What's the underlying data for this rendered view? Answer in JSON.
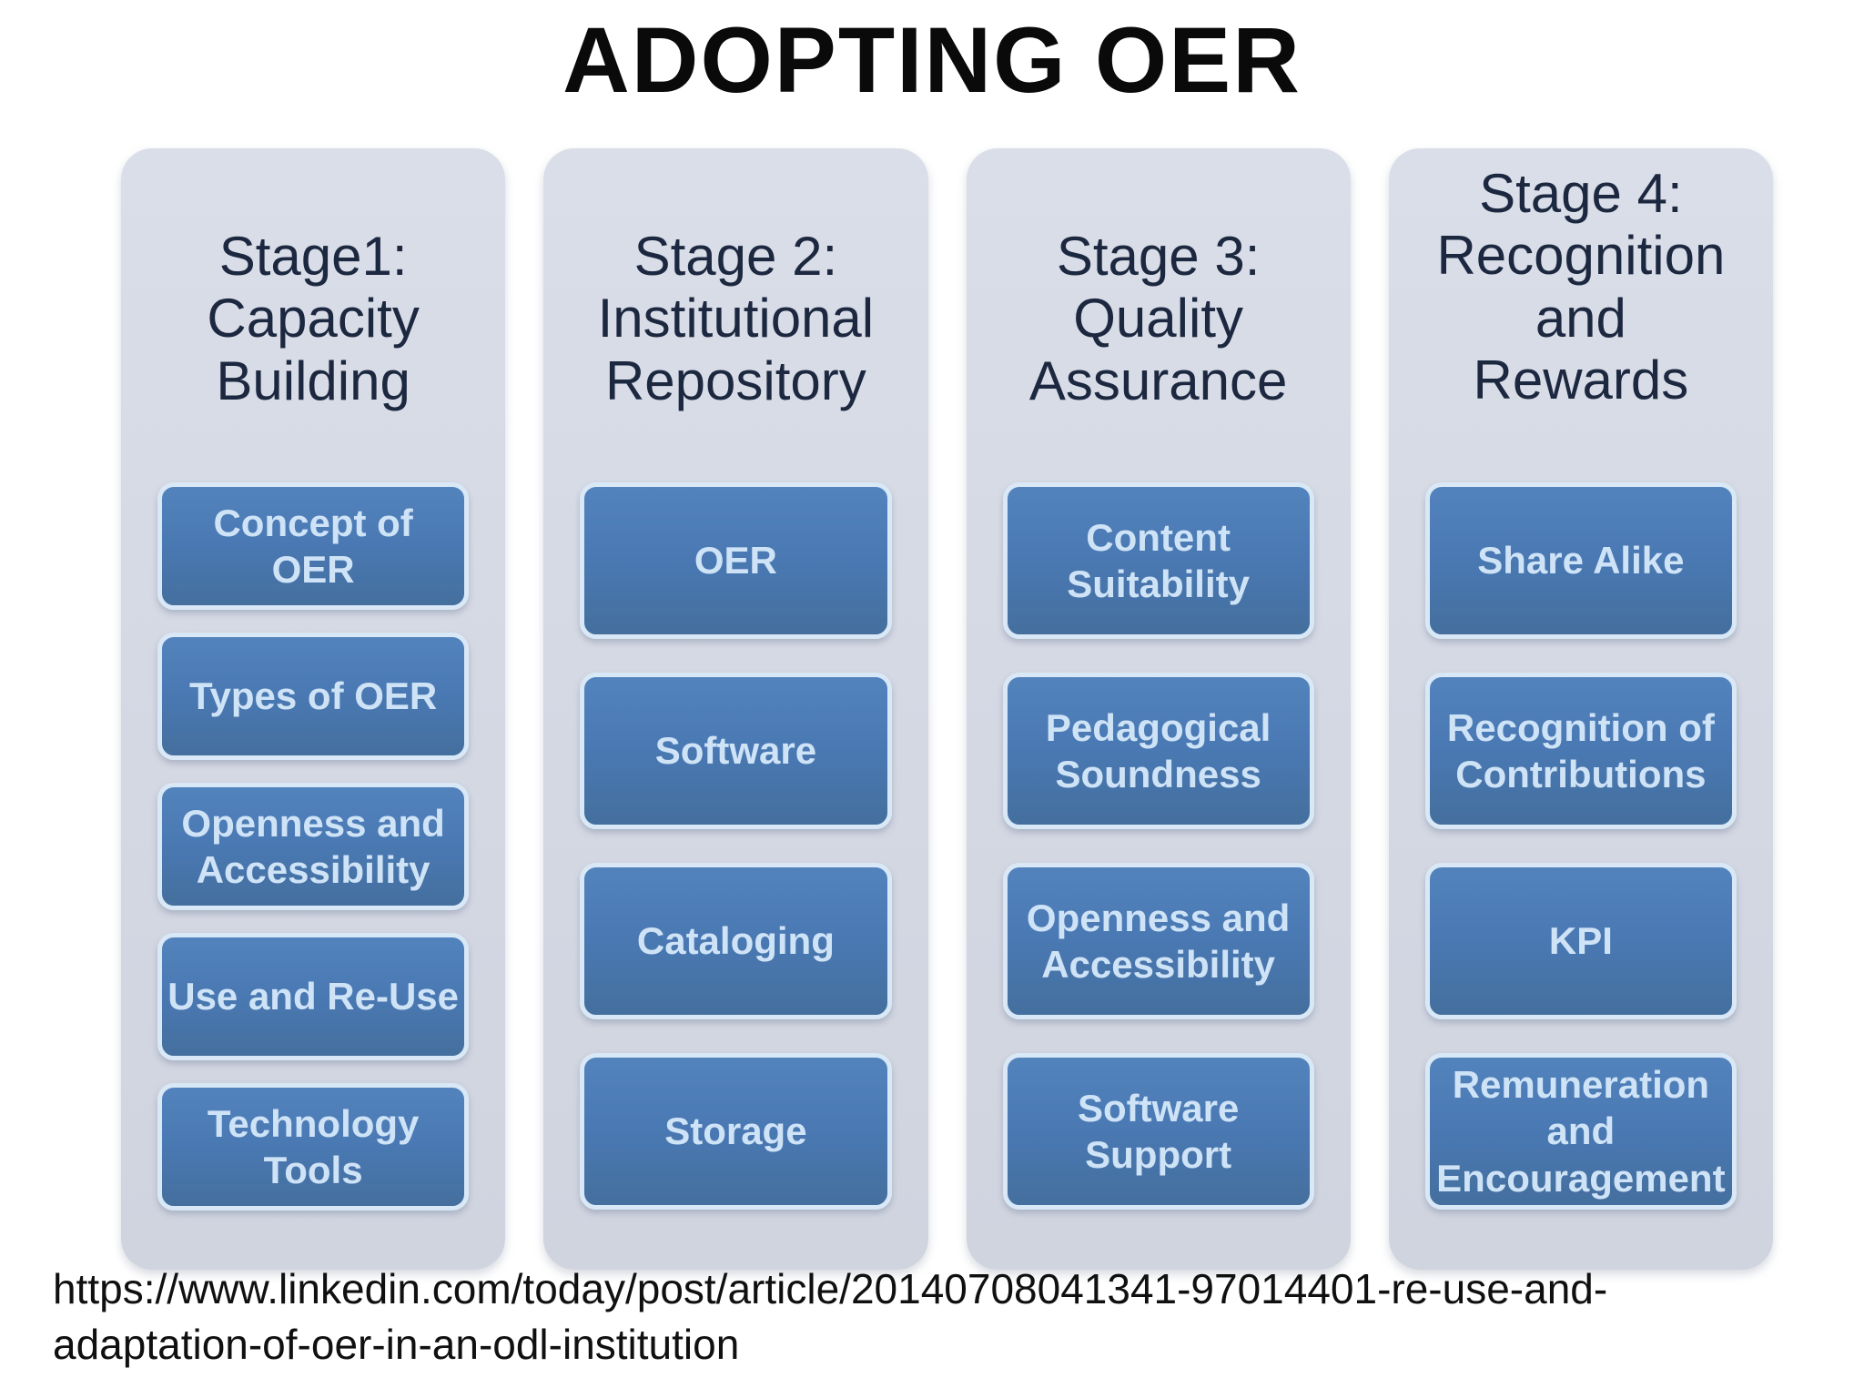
{
  "title": "ADOPTING OER",
  "stages": [
    {
      "title": "Stage1:\nCapacity\nBuilding",
      "items": [
        "Concept of OER",
        "Types of OER",
        "Openness and\nAccessibility",
        "Use and Re-Use",
        "Technology\nTools"
      ]
    },
    {
      "title": "Stage 2:\nInstitutional\nRepository",
      "items": [
        "OER",
        "Software",
        "Cataloging",
        "Storage"
      ]
    },
    {
      "title": "Stage 3:\nQuality\nAssurance",
      "items": [
        "Content\nSuitability",
        "Pedagogical\nSoundness",
        "Openness and\nAccessibility",
        "Software\nSupport"
      ]
    },
    {
      "title": "Stage 4:\nRecognition\nand\nRewards",
      "items": [
        "Share Alike",
        "Recognition of\nContributions",
        "KPI",
        "Remuneration\nand\nEncouragement"
      ]
    }
  ],
  "source_url": "https://www.linkedin.com/today/post/article/20140708041341-97014401-re-use-and-\nadaptation-of-oer-in-an-odl-institution",
  "colors": {
    "page_bg": "#ffffff",
    "title_text": "#0a0a0a",
    "column_bg": "#d5d9e3",
    "header_text": "#1c2840",
    "box_fill": "#4a79b4",
    "box_border": "#d9e8f6",
    "box_text": "#cfe3f7"
  }
}
